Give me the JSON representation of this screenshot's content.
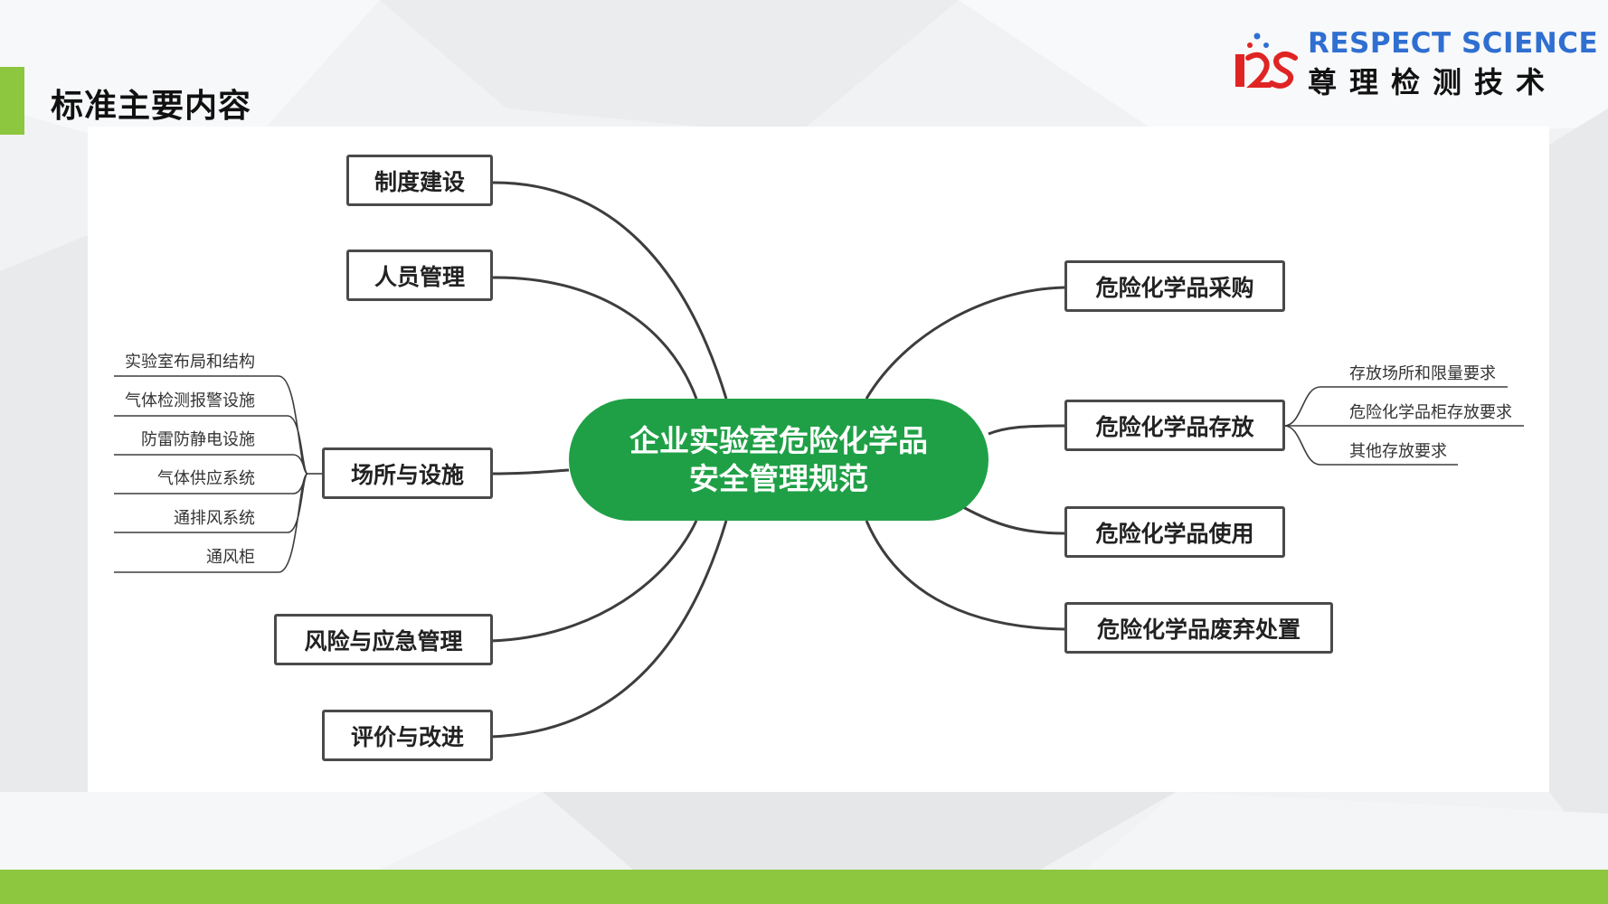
{
  "page": {
    "title": "标准主要内容"
  },
  "logo": {
    "en": "RESPECT SCIENCE",
    "cn": "尊理检测技术",
    "mark_color": "#e02424",
    "en_color": "#2f6fd1"
  },
  "colors": {
    "accent_green": "#8dc63f",
    "center_green": "#1fa046",
    "line": "#3d3d3d"
  },
  "mindmap": {
    "center": {
      "line1": "企业实验室危险化学品",
      "line2": "安全管理规范"
    },
    "left_branches": [
      {
        "label": "制度建设"
      },
      {
        "label": "人员管理"
      },
      {
        "label": "场所与设施"
      },
      {
        "label": "风险与应急管理"
      },
      {
        "label": "评价与改进"
      }
    ],
    "right_branches": [
      {
        "label": "危险化学品采购"
      },
      {
        "label": "危险化学品存放"
      },
      {
        "label": "危险化学品使用"
      },
      {
        "label": "危险化学品废弃处置"
      }
    ],
    "facility_leaves": [
      "实验室布局和结构",
      "气体检测报警设施",
      "防雷防静电设施",
      "气体供应系统",
      "通排风系统",
      "通风柜"
    ],
    "storage_leaves": [
      "存放场所和限量要求",
      "危险化学品柜存放要求",
      "其他存放要求"
    ]
  }
}
